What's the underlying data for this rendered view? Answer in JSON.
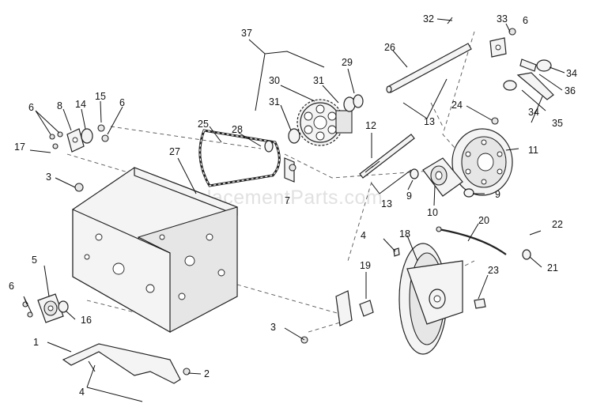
{
  "watermark": "eReplacementParts.com",
  "callouts": [
    {
      "id": "c1",
      "text": "1"
    },
    {
      "id": "c2",
      "text": "2"
    },
    {
      "id": "c3a",
      "text": "3"
    },
    {
      "id": "c3b",
      "text": "3"
    },
    {
      "id": "c4a",
      "text": "4"
    },
    {
      "id": "c4b",
      "text": "4"
    },
    {
      "id": "c5",
      "text": "5"
    },
    {
      "id": "c6a",
      "text": "6"
    },
    {
      "id": "c6b",
      "text": "6"
    },
    {
      "id": "c6c",
      "text": "6"
    },
    {
      "id": "c6d",
      "text": "6"
    },
    {
      "id": "c7",
      "text": "7"
    },
    {
      "id": "c8",
      "text": "8"
    },
    {
      "id": "c9a",
      "text": "9"
    },
    {
      "id": "c9b",
      "text": "9"
    },
    {
      "id": "c10",
      "text": "10"
    },
    {
      "id": "c11",
      "text": "11"
    },
    {
      "id": "c12",
      "text": "12"
    },
    {
      "id": "c13a",
      "text": "13"
    },
    {
      "id": "c13b",
      "text": "13"
    },
    {
      "id": "c14",
      "text": "14"
    },
    {
      "id": "c15",
      "text": "15"
    },
    {
      "id": "c16",
      "text": "16"
    },
    {
      "id": "c17",
      "text": "17"
    },
    {
      "id": "c18",
      "text": "18"
    },
    {
      "id": "c19",
      "text": "19"
    },
    {
      "id": "c20",
      "text": "20"
    },
    {
      "id": "c21",
      "text": "21"
    },
    {
      "id": "c22",
      "text": "22"
    },
    {
      "id": "c23",
      "text": "23"
    },
    {
      "id": "c24",
      "text": "24"
    },
    {
      "id": "c25",
      "text": "25"
    },
    {
      "id": "c26",
      "text": "26"
    },
    {
      "id": "c27",
      "text": "27"
    },
    {
      "id": "c28",
      "text": "28"
    },
    {
      "id": "c29",
      "text": "29"
    },
    {
      "id": "c30",
      "text": "30"
    },
    {
      "id": "c31a",
      "text": "31"
    },
    {
      "id": "c31b",
      "text": "31"
    },
    {
      "id": "c32",
      "text": "32"
    },
    {
      "id": "c33",
      "text": "33"
    },
    {
      "id": "c34a",
      "text": "34"
    },
    {
      "id": "c34b",
      "text": "34"
    },
    {
      "id": "c35",
      "text": "35"
    },
    {
      "id": "c36",
      "text": "36"
    },
    {
      "id": "c37",
      "text": "37"
    }
  ]
}
